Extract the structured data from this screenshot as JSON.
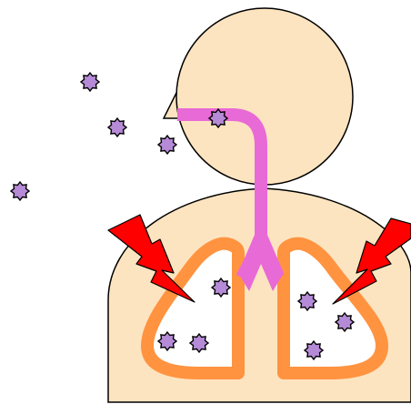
{
  "diagram": {
    "subject": "airborne-particles-entering-lungs",
    "colors": {
      "skin": "#fde4c0",
      "outline": "#000000",
      "airway": "#e86ad6",
      "lung_wall": "#ff9340",
      "lung_inside": "#ffffff",
      "particle": "#b58ad6",
      "irritation": "#ff0000"
    },
    "icons": {
      "particle": "particle-star-icon",
      "irritation": "lightning-bolt-icon"
    },
    "particle_count": 11,
    "bolt_count": 2
  }
}
